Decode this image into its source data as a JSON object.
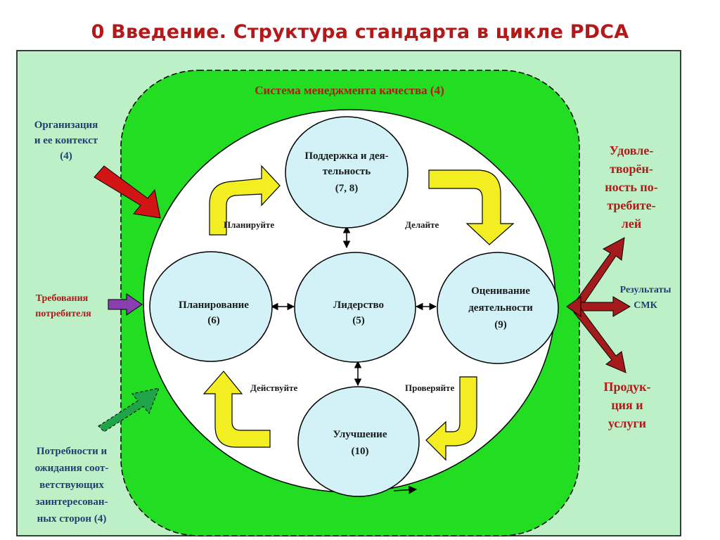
{
  "title": "0 Введение. Структура стандарта в цикле PDCA",
  "qms_label": "Система менеджмента качества (4)",
  "circles": {
    "support": {
      "lines": [
        "Поддержка и дея-",
        "тельность",
        "(7, 8)"
      ]
    },
    "planning": {
      "lines": [
        "Планирование",
        "(6)"
      ]
    },
    "leadership": {
      "lines": [
        "Лидерство",
        "(5)"
      ]
    },
    "evaluation": {
      "lines": [
        "Оценивание",
        "деятельности",
        "(9)"
      ]
    },
    "improvement": {
      "lines": [
        "Улучшение",
        "(10)"
      ]
    }
  },
  "cycle_labels": {
    "plan": "Планируйте",
    "do": "Делайте",
    "check": "Проверяйте",
    "act": "Действуйте"
  },
  "left_inputs": {
    "organization": [
      "Организация",
      "и ее контекст",
      "(4)"
    ],
    "requirements": [
      "Требования",
      "потребителя"
    ],
    "needs": [
      "Потребности и",
      "ожидания соот-",
      "ветствующих",
      "заинтересован-",
      "ных сторон (4)"
    ]
  },
  "right_outputs": {
    "satisfaction": [
      "Удовле-",
      "творён-",
      "ность по-",
      "требите-",
      "лей"
    ],
    "results": [
      "Результаты",
      "СМК"
    ],
    "products": [
      "Продук-",
      "ция и",
      "услуги"
    ]
  },
  "colors": {
    "title": "#b41818",
    "outer_bg": "#bdf0c6",
    "qms_green": "#22dd22",
    "circle_fill": "#d2f2f7",
    "yellow_arrow": "#f2ee22",
    "red_arrow": "#d21414",
    "dark_red_arrow": "#a51a1a",
    "purple_arrow": "#8a3fb0",
    "green_arrow": "#1fa44a",
    "blue_text": "#1f3f78",
    "red_text": "#b41818"
  }
}
